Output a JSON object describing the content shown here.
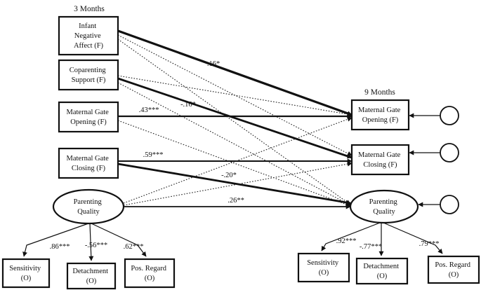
{
  "time_labels": {
    "t1": "3 Months",
    "t2": "9 Months"
  },
  "nodes": {
    "infant_neg_affect": {
      "lines": [
        "Infant",
        "Negative",
        "Affect (F)"
      ]
    },
    "coparenting_support": {
      "lines": [
        "Coparenting",
        "Support (F)"
      ]
    },
    "mgo_3m": {
      "lines": [
        "Maternal Gate",
        "Opening (F)"
      ]
    },
    "mgc_3m": {
      "lines": [
        "Maternal Gate",
        "Closing (F)"
      ]
    },
    "pq_3m": {
      "lines": [
        "Parenting",
        "Quality"
      ]
    },
    "mgo_9m": {
      "lines": [
        "Maternal Gate",
        "Opening (F)"
      ]
    },
    "mgc_9m": {
      "lines": [
        "Maternal Gate",
        "Closing (F)"
      ]
    },
    "pq_9m": {
      "lines": [
        "Parenting",
        "Quality"
      ]
    },
    "sens_3m": {
      "lines": [
        "Sensitivity",
        "(O)"
      ]
    },
    "det_3m": {
      "lines": [
        "Detachment",
        "(O)"
      ]
    },
    "pos_3m": {
      "lines": [
        "Pos. Regard",
        "(O)"
      ]
    },
    "sens_9m": {
      "lines": [
        "Sensitivity",
        "(O)"
      ]
    },
    "det_9m": {
      "lines": [
        "Detachment",
        "(O)"
      ]
    },
    "pos_9m": {
      "lines": [
        "Pos. Regard",
        "(O)"
      ]
    }
  },
  "paths": [
    {
      "from": "infant_neg_affect",
      "to": "mgo_9m",
      "style": "solid",
      "label": ".16*"
    },
    {
      "from": "infant_neg_affect",
      "to": "mgc_9m",
      "style": "dotted",
      "label": ""
    },
    {
      "from": "infant_neg_affect",
      "to": "pq_9m",
      "style": "dotted",
      "label": ""
    },
    {
      "from": "coparenting_support",
      "to": "mgo_9m",
      "style": "dotted",
      "label": ""
    },
    {
      "from": "coparenting_support",
      "to": "mgc_9m",
      "style": "solid",
      "label": "-.16*"
    },
    {
      "from": "coparenting_support",
      "to": "pq_9m",
      "style": "dotted",
      "label": ""
    },
    {
      "from": "mgo_3m",
      "to": "mgo_9m",
      "style": "solid",
      "label": ".43***"
    },
    {
      "from": "mgo_3m",
      "to": "pq_9m",
      "style": "dotted",
      "label": ""
    },
    {
      "from": "mgc_3m",
      "to": "mgc_9m",
      "style": "solid",
      "label": ".59***"
    },
    {
      "from": "mgc_3m",
      "to": "pq_9m",
      "style": "solid",
      "label": "-.20*"
    },
    {
      "from": "pq_3m",
      "to": "pq_9m",
      "style": "solid",
      "label": ".26**"
    },
    {
      "from": "pq_3m",
      "to": "mgo_9m",
      "style": "dotted",
      "label": ""
    },
    {
      "from": "pq_3m",
      "to": "mgc_9m",
      "style": "dotted",
      "label": ""
    },
    {
      "from": "pq_3m",
      "to": "sens_3m",
      "style": "solid",
      "label": ".86***"
    },
    {
      "from": "pq_3m",
      "to": "det_3m",
      "style": "solid",
      "label": "-.56***"
    },
    {
      "from": "pq_3m",
      "to": "pos_3m",
      "style": "solid",
      "label": ".62***"
    },
    {
      "from": "pq_9m",
      "to": "sens_9m",
      "style": "solid",
      "label": ".92***"
    },
    {
      "from": "pq_9m",
      "to": "det_9m",
      "style": "solid",
      "label": "-.77***"
    },
    {
      "from": "pq_9m",
      "to": "pos_9m",
      "style": "solid",
      "label": ".79***"
    }
  ],
  "residuals": [
    {
      "to": "mgo_9m"
    },
    {
      "to": "mgc_9m"
    },
    {
      "to": "pq_9m"
    }
  ]
}
